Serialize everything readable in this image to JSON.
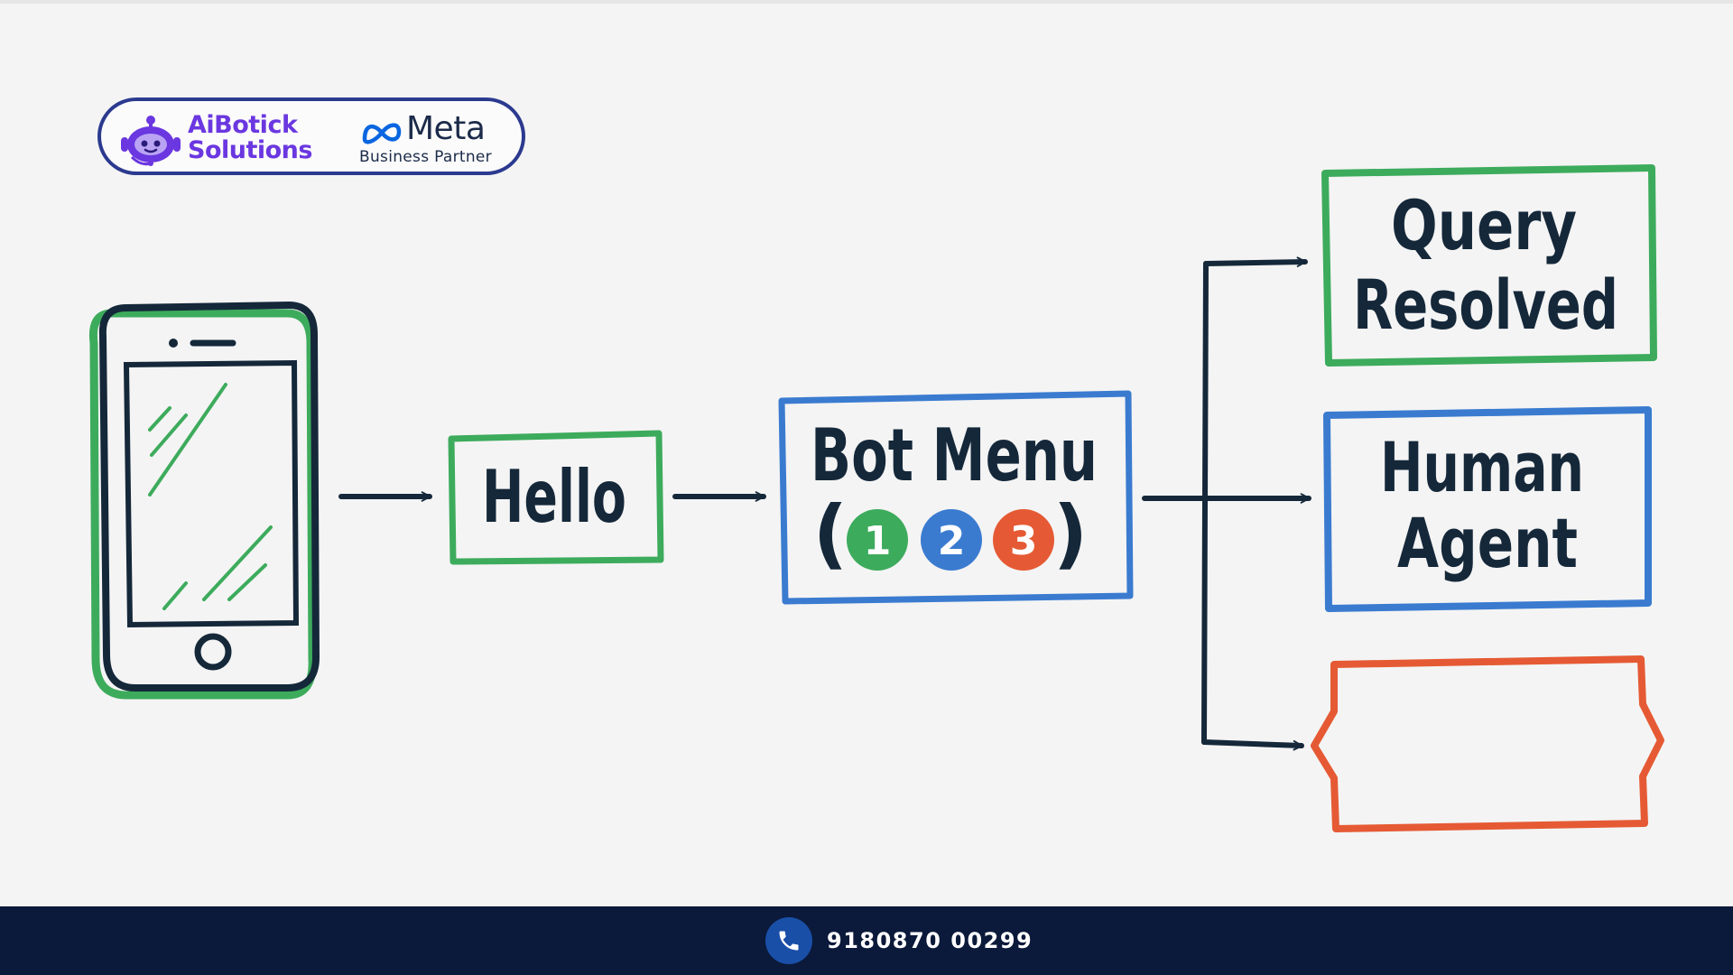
{
  "badge": {
    "brand_line1": "AiBotick",
    "brand_line2": "Solutions",
    "partner_name": "Meta",
    "partner_sub": "Business Partner",
    "robot_icon": "robot-icon",
    "meta_icon": "meta-infinity-icon"
  },
  "diagram": {
    "nodes": {
      "hello": "Hello",
      "bot_menu_title": "Bot Menu",
      "paren_open": "(",
      "paren_close": ")",
      "menu_options": [
        "1",
        "2",
        "3"
      ],
      "query_line1": "Query",
      "query_line2": "Resolved",
      "agent_line1": "Human",
      "agent_line2": "Agent",
      "third_outcome": ""
    },
    "icons": [
      "smartphone-icon",
      "arrow-right-icon"
    ],
    "colors": {
      "ink": "#15283a",
      "green": "#3dab5c",
      "blue": "#3a7bd0",
      "orange": "#e55a34"
    }
  },
  "footer": {
    "phone": "9180870 00299",
    "phone_icon": "phone-icon",
    "background": "#0b1a3a"
  }
}
